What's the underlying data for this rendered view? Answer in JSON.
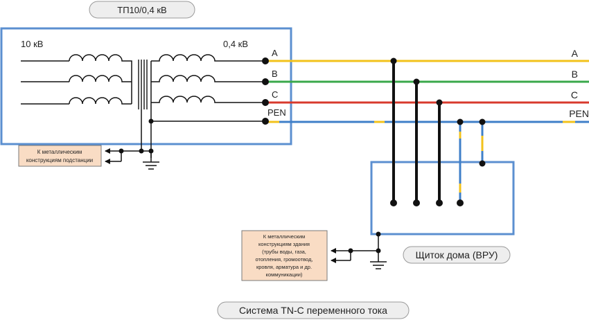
{
  "labels": {
    "title": "ТП10/0,4 кВ",
    "high_voltage": "10 кВ",
    "low_voltage": "0,4 кВ",
    "phase_a": "A",
    "phase_b": "B",
    "phase_c": "C",
    "pen": "PEN",
    "substation_note": [
      "К металлическим",
      "конструкциям подстанции"
    ],
    "building_note": [
      "К металлическим",
      "конструкциям здания",
      "(трубы воды, газа,",
      "отопления, громоотвод,",
      "кровля, арматура и др.",
      "коммуникации)"
    ],
    "panel": "Щиток дома (ВРУ)",
    "system": "Система TN-C переменного тока"
  },
  "colors": {
    "frame": "#5b8fd0",
    "phase_a": "#f2c21b",
    "phase_b": "#3aa84a",
    "phase_c": "#d83a2c",
    "pen_blue": "#3f7fc8",
    "pen_yellow": "#f2c21b",
    "note_fill": "#f9dcc4",
    "note_border": "#7a7a7a",
    "pill_fill": "#eeeeee",
    "wire": "#111111"
  }
}
